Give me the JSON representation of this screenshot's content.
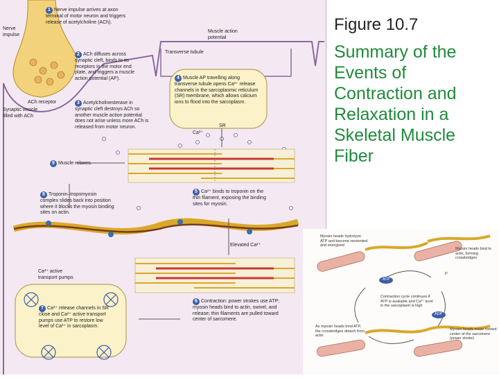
{
  "slide": {
    "figure_number": "Figure 10.7",
    "title": "Summary of the Events of Contraction and Relaxation in a Skeletal Muscle Fiber"
  },
  "figure": {
    "labels": {
      "nerve_impulse": "Nerve impulse",
      "muscle_action_potential": "Muscle action potential",
      "transverse_tubule": "Transverse tubule",
      "ach_receptor": "ACh receptor",
      "synaptic_vesicle": "Synaptic vesicle filled with ACh",
      "sr": "SR",
      "ca_label": "Ca²⁺",
      "elevated_ca": "Elevated Ca²⁺",
      "ca_pumps": "Ca²⁺ active transport pumps"
    },
    "steps": [
      {
        "num": "1",
        "text": "Nerve impulse arrives at axon terminal of motor neuron and triggers release of acetylcholine (ACh)."
      },
      {
        "num": "2",
        "text": "ACh diffuses across synaptic cleft, binds to its receptors in the motor end plate, and triggers a muscle action potential (AP)."
      },
      {
        "num": "3",
        "text": "Acetylcholinesterase in synaptic cleft destroys ACh so another muscle action potential does not arise unless more ACh is released from motor neuron."
      },
      {
        "num": "4",
        "text": "Muscle AP travelling along transverse tubule opens Ca²⁺ release channels in the sarcoplasmic reticulum (SR) membrane, which allows calcium ions to flood into the sarcoplasm."
      },
      {
        "num": "5",
        "text": "Ca²⁺ binds to troponin on the thin filament, exposing the binding sites for myosin."
      },
      {
        "num": "6",
        "text": "Contraction: power strokes use ATP; myosin heads bind to actin, swivel, and release; thin filaments are pulled toward center of sarcomere."
      },
      {
        "num": "7",
        "text": "Ca²⁺ release channels in SR close and Ca²⁺ active transport pumps use ATP to restore low level of Ca²⁺ in sarcoplasm."
      },
      {
        "num": "8",
        "text": "Troponin–tropomyosin complex slides back into position where it blocks the myosin binding sites on actin."
      },
      {
        "num": "9",
        "text": "Muscle relaxes."
      }
    ],
    "inset": {
      "a": "Myosin heads hydrolyze ATP and become reoriented and energized",
      "b": "Myosin heads bind to actin, forming crossbridges",
      "center": "Contraction cycle continues if ATP is available and Ca²⁺ level in the sarcoplasm is high",
      "c": "As myosin heads bind ATP, the crossbridges detach from actin",
      "d": "Myosin heads rotate toward center of the sarcomere (power stroke)",
      "atp": "ATP",
      "adp": "ADP",
      "p": "P"
    }
  },
  "colors": {
    "title_green": "#1f8a3a",
    "figure_bg": "#f4e9f2",
    "step_badge": "#3d5fa8",
    "thick_filament": "#c8382f",
    "thin_filament": "#d9a82a"
  }
}
